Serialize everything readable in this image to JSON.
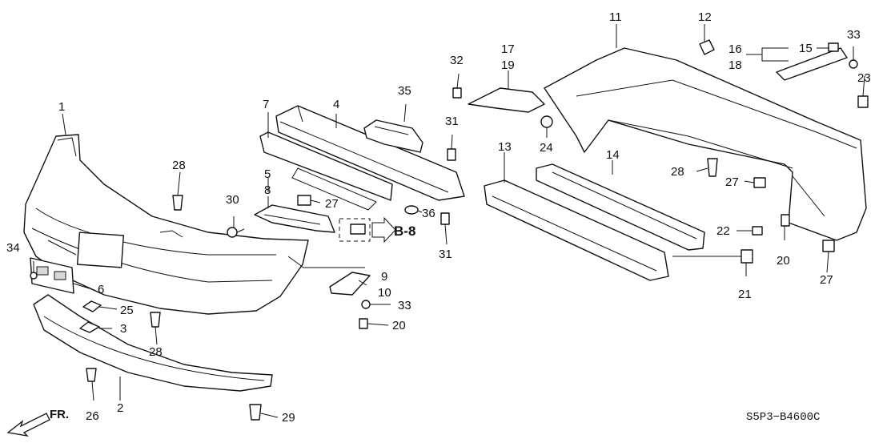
{
  "diagram_code": "S5P3−B4600C",
  "direction_label": "FR.",
  "reference_label": "B-8",
  "callouts": {
    "c1": "1",
    "c2": "2",
    "c3": "3",
    "c4": "4",
    "c5": "5",
    "c6": "6",
    "c7": "7",
    "c8": "8",
    "c9": "9",
    "c10": "10",
    "c11": "11",
    "c12": "12",
    "c13": "13",
    "c14": "14",
    "c15": "15",
    "c16": "16",
    "c17": "17",
    "c18": "18",
    "c19": "19",
    "c20a": "20",
    "c20b": "20",
    "c21": "21",
    "c22": "22",
    "c23": "23",
    "c24": "24",
    "c25": "25",
    "c26": "26",
    "c27a": "27",
    "c27b": "27",
    "c27c": "27",
    "c28a": "28",
    "c28b": "28",
    "c28c": "28",
    "c29": "29",
    "c30": "30",
    "c31a": "31",
    "c31b": "31",
    "c32": "32",
    "c33a": "33",
    "c33b": "33",
    "c34": "34",
    "c35": "35",
    "c36": "36"
  }
}
